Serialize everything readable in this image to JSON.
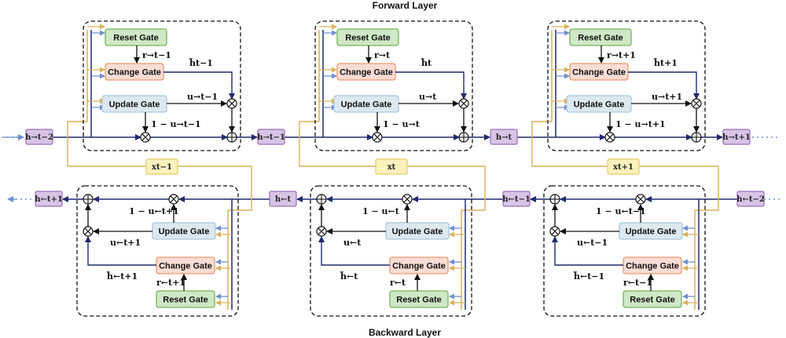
{
  "titles": {
    "forward": "Forward Layer",
    "backward": "Backward Layer"
  },
  "gates": {
    "reset": "Reset Gate",
    "change": "Change Gate",
    "update": "Update Gate"
  },
  "colors": {
    "navy": "#1f2a6e",
    "gold": "#d9b15a",
    "blue": "#6f8fcf",
    "reset_fill": "#cfe8c6",
    "reset_border": "#73b45c",
    "change_fill": "#f8ddd4",
    "change_border": "#ec9a6f",
    "update_fill": "#dde8ef",
    "update_border": "#a9c8de",
    "state_fill": "#d8c4e6",
    "state_border": "#9a6fb6",
    "input_fill": "#fbf1bd",
    "input_border": "#e7cc62"
  },
  "forward_cells": [
    {
      "r": "r→t−1",
      "htilde": "h̃t−1",
      "u": "u→t−1",
      "one_minus_u": "1 − u→t−1"
    },
    {
      "r": "r→t",
      "htilde": "h̃t",
      "u": "u→t",
      "one_minus_u": "1 − u→t"
    },
    {
      "r": "r→t+1",
      "htilde": "h̃t+1",
      "u": "u→t+1",
      "one_minus_u": "1 − u→t+1"
    }
  ],
  "backward_cells": [
    {
      "r": "r←t+1",
      "htilde": "h̃←t+1",
      "u": "u←t+1",
      "one_minus_u": "1 − u←t+1"
    },
    {
      "r": "r←t",
      "htilde": "h̃←t",
      "u": "u←t",
      "one_minus_u": "1 − u←t"
    },
    {
      "r": "r←t−1",
      "htilde": "h̃←t−1",
      "u": "u←t−1",
      "one_minus_u": "1 − u←t−1"
    }
  ],
  "forward_states": [
    "h→t−2",
    "h→t−1",
    "h→t",
    "h→t+1"
  ],
  "backward_states": [
    "h←t+1",
    "h←t",
    "h←t−1",
    "h←t−2"
  ],
  "inputs": [
    "xt−1",
    "xt",
    "xt+1"
  ],
  "ellipsis": "· · ·"
}
